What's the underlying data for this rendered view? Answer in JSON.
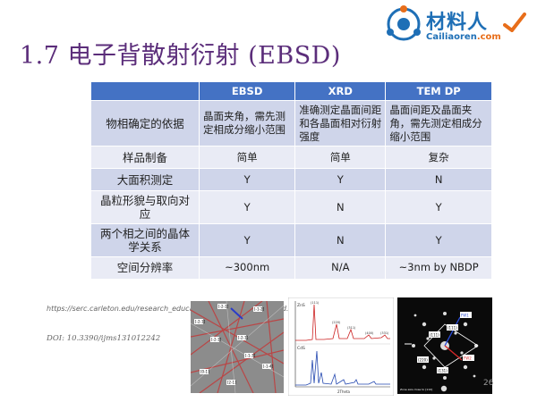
{
  "slide": {
    "title": "1.7 电子背散射衍射 (EBSD)",
    "page_number": "26"
  },
  "logo": {
    "cn_text": "材料人",
    "en_text": "Cailiaoren",
    "en_suffix": ".com"
  },
  "table": {
    "headers": [
      "",
      "EBSD",
      "XRD",
      "TEM DP"
    ],
    "rows": [
      {
        "attr": "物相确定的依据",
        "ebsd": "晶面夹角，需先测定相成分缩小范围",
        "xrd": "准确测定晶面间距和各晶面相对衍射强度",
        "tem": "晶面间距及晶面夹角，需先测定相成分缩小范围"
      },
      {
        "attr": "样品制备",
        "ebsd": "简单",
        "xrd": "简单",
        "tem": "复杂"
      },
      {
        "attr": "大面积测定",
        "ebsd": "Y",
        "xrd": "Y",
        "tem": "N"
      },
      {
        "attr": "晶粒形貌与取向对应",
        "ebsd": "Y",
        "xrd": "N",
        "tem": "Y"
      },
      {
        "attr": "两个相之间的晶体学关系",
        "ebsd": "Y",
        "xrd": "N",
        "tem": "Y"
      },
      {
        "attr": "空间分辨率",
        "ebsd": "~300nm",
        "xrd": "N/A",
        "tem": "~3nm by NBDP"
      }
    ]
  },
  "reference": {
    "url": "https://serc.carleton.edu/research_education/geochemsheets/ebsd.html",
    "doi": "DOI: 10.3390/ijms131012242"
  },
  "figures": {
    "xrd": {
      "top_label": "ZnS",
      "bottom_label": "CdS",
      "peaks_top": [
        "(111)",
        "(220)",
        "(311)",
        "(400)",
        "(331)"
      ],
      "xaxis": "2Theta"
    },
    "tem": {
      "labels": [
        "FW1",
        "FW2",
        "(111)",
        "(111)",
        "(220)",
        "(131)"
      ],
      "caption": "Zone axis close to [110]"
    },
    "ebsd": {
      "labels": [
        "[-2-1]",
        "[-2-1]",
        "[-1-2]",
        "[-2-1]",
        "[-2-1]",
        "[-1-3]",
        "[-1-4]",
        "[0-1]",
        "[2-1]"
      ]
    }
  }
}
